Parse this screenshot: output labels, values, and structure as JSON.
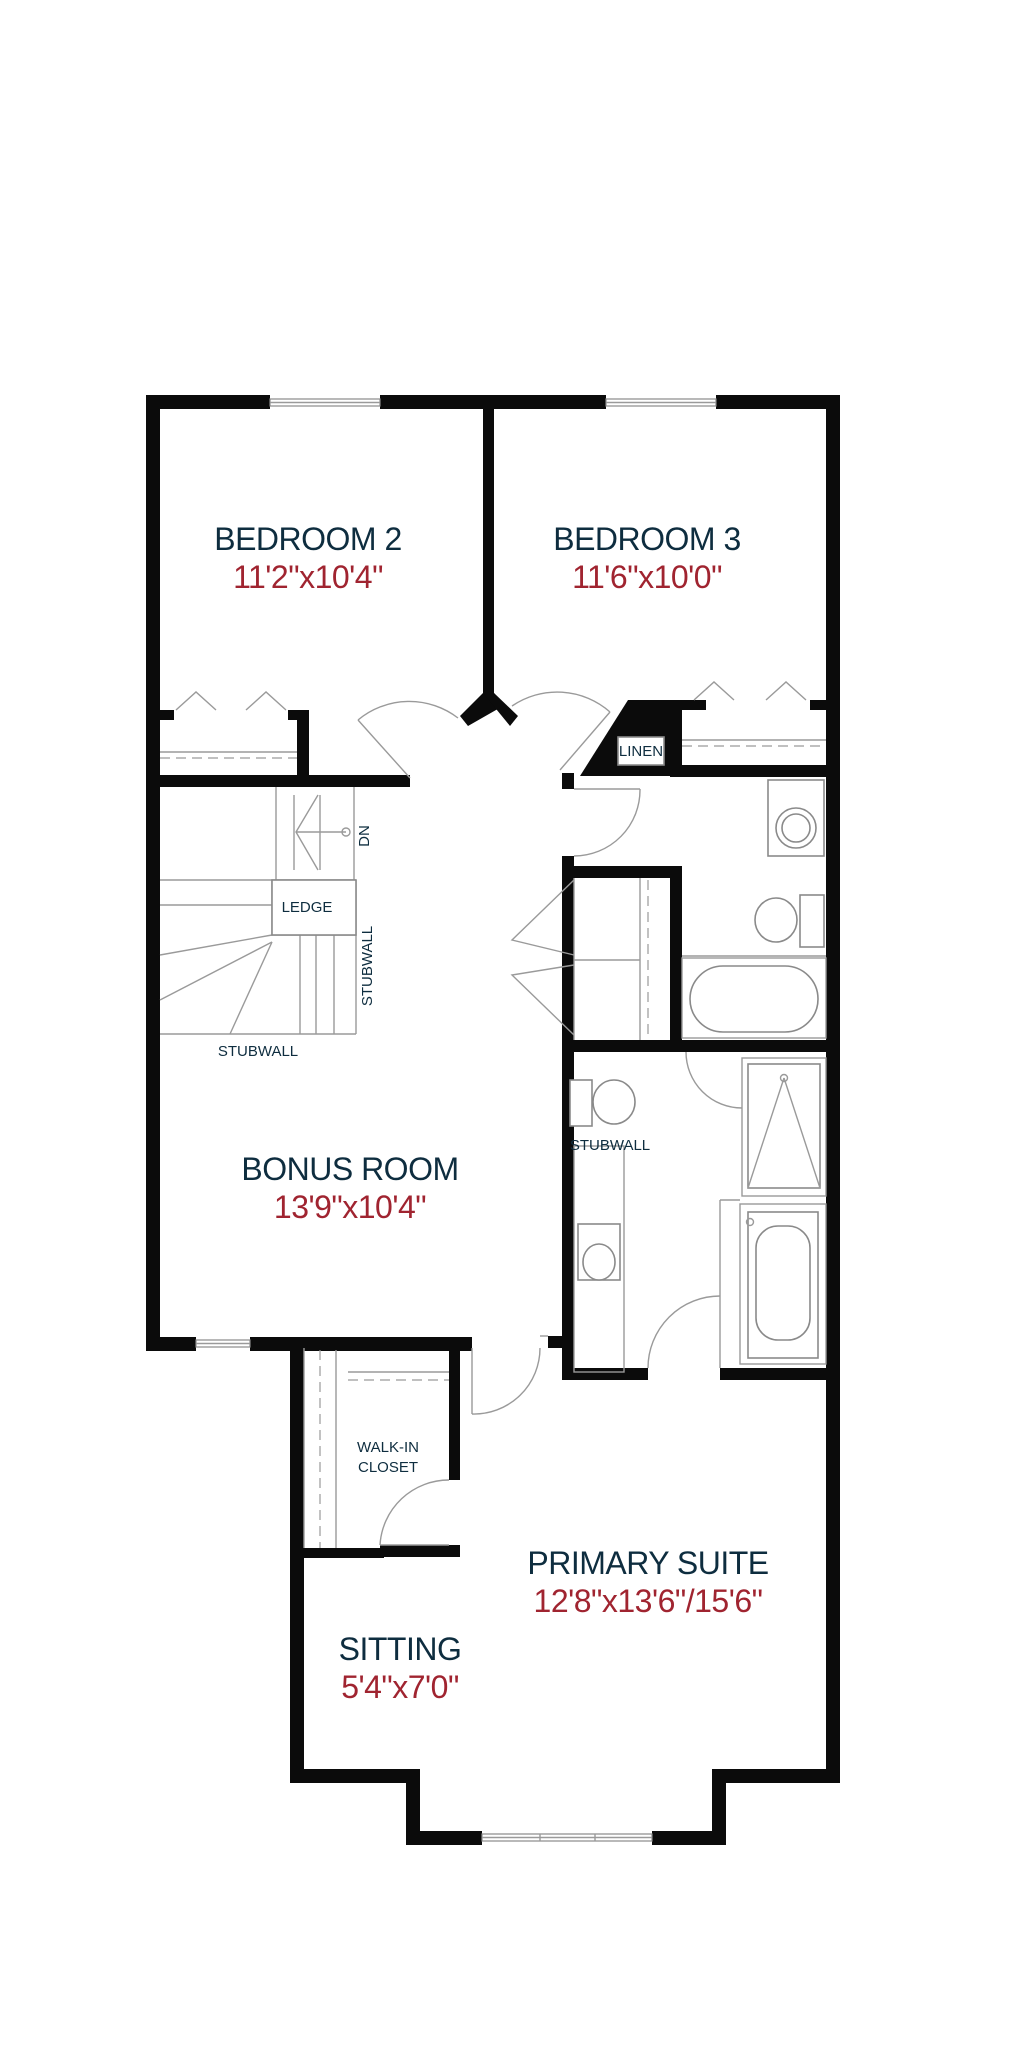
{
  "colors": {
    "walls": "#0b0b0b",
    "room_name": "#0e2d3f",
    "room_dim": "#a02430",
    "fixtures": "#8a8a8a"
  },
  "rooms": {
    "bedroom2": {
      "name": "BEDROOM 2",
      "dim": "11'2\"x10'4\""
    },
    "bedroom3": {
      "name": "BEDROOM 3",
      "dim": "11'6\"x10'0\""
    },
    "bonus": {
      "name": "BONUS ROOM",
      "dim": "13'9\"x10'4\""
    },
    "primary": {
      "name": "PRIMARY SUITE",
      "dim": "12'8\"x13'6\"/15'6\""
    },
    "sitting": {
      "name": "SITTING",
      "dim": "5'4\"x7'0\""
    }
  },
  "labels": {
    "linen": "LINEN",
    "dn": "DN",
    "ledge": "LEDGE",
    "stubwall_vertical": "STUBWALL",
    "stubwall_stair": "STUBWALL",
    "stubwall_ensuite": "STUBWALL",
    "walkin_line1": "WALK-IN",
    "walkin_line2": "CLOSET"
  }
}
